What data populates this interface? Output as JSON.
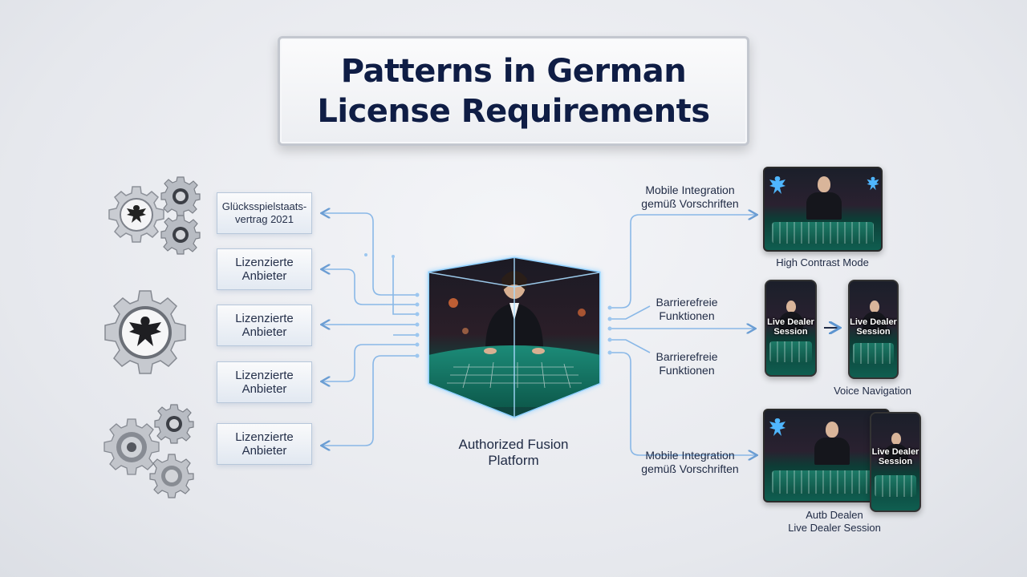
{
  "title": {
    "line1": "Patterns in German",
    "line2": "License Requirements"
  },
  "left_boxes": [
    "Glücksspielstaats-vertrag 2021",
    "Lizenzierte Anbieter",
    "Lizenzierte Anbieter",
    "Lizenzierte Anbieter",
    "Lizenzierte Anbieter"
  ],
  "center": {
    "label": "Authorized Fusion Platform"
  },
  "right_labels": {
    "mobile_top": "Mobile Integration gemüß Vorschriften",
    "barrier1": "Barrierefreie Funktionen",
    "barrier2": "Barrierefreie Funktionen",
    "mobile_bottom": "Mobile Integration gemüß Vorschriften"
  },
  "devices": {
    "high_contrast_caption": "High Contrast Mode",
    "phone_text": "Live Dealer Session",
    "voice_caption": "Voice Navigation",
    "bottom_phone_text": "Live Dealer Session",
    "bottom_caption_line1": "Autb Dealen",
    "bottom_caption_line2": "Live Dealer Session"
  },
  "icons": [
    "eagle-gear-icon",
    "gear-icon",
    "arrow-left-icon",
    "arrow-right-icon"
  ],
  "colors": {
    "title": "#0f1d45",
    "connector": "#6fa6dd",
    "glow": "#7fc6ff",
    "felt": "#0f5e50"
  }
}
